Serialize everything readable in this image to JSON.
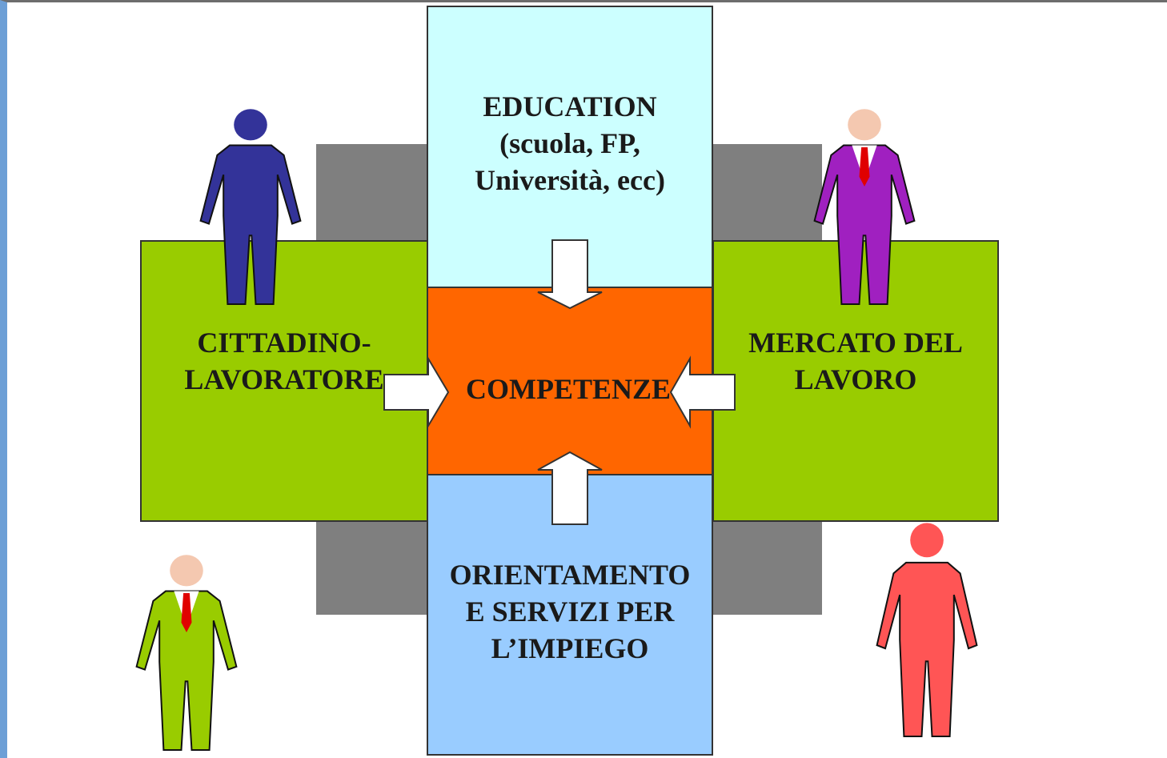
{
  "diagram": {
    "education": {
      "lines": [
        "EDUCATION",
        "(scuola, FP,",
        "Università, ecc)"
      ],
      "color": "#ccffff"
    },
    "competenze": {
      "lines": [
        "COMPETENZE"
      ],
      "color": "#ff6600"
    },
    "orientamento": {
      "lines": [
        "ORIENTAMENTO",
        "E SERVIZI PER",
        "L’IMPIEGO"
      ],
      "color": "#99ccff"
    },
    "cittadino": {
      "lines": [
        "CITTADINO-",
        "LAVORATORE"
      ],
      "color": "#99cc00"
    },
    "mercato": {
      "lines": [
        "MERCATO DEL",
        "LAVORO"
      ],
      "color": "#99cc00"
    },
    "figures": [
      {
        "name": "blue-person-icon",
        "body": "#333399",
        "head": "#333399",
        "tie": false
      },
      {
        "name": "purple-businessman-icon",
        "body": "#a020c0",
        "head": "#f4c8b0",
        "tie": true
      },
      {
        "name": "green-businessman-icon",
        "body": "#99cc00",
        "head": "#f4c8b0",
        "tie": true
      },
      {
        "name": "red-person-icon",
        "body": "#ff5555",
        "head": "#ff5555",
        "tie": false
      }
    ]
  }
}
